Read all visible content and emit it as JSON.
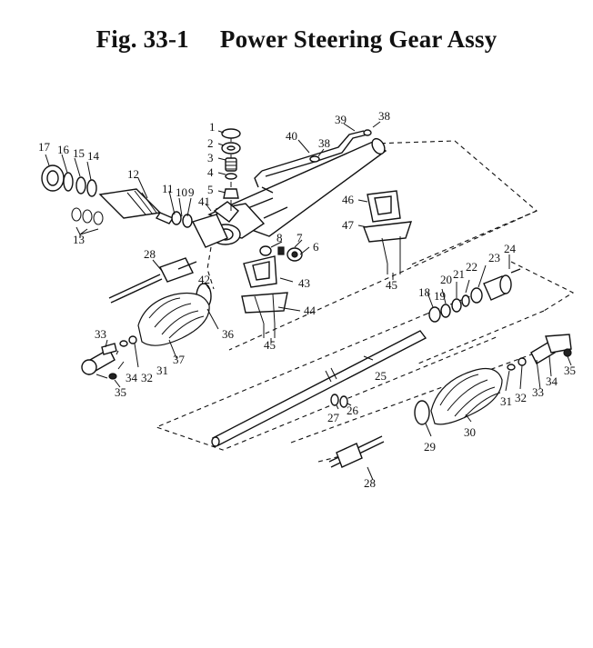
{
  "figure": {
    "number": "Fig. 33-1",
    "title": "Power Steering Gear Assy"
  },
  "callouts": [
    {
      "id": "c1",
      "text": "1"
    },
    {
      "id": "c2",
      "text": "2"
    },
    {
      "id": "c3",
      "text": "3"
    },
    {
      "id": "c4",
      "text": "4"
    },
    {
      "id": "c5",
      "text": "5"
    },
    {
      "id": "c6",
      "text": "6"
    },
    {
      "id": "c7",
      "text": "7"
    },
    {
      "id": "c8",
      "text": "8"
    },
    {
      "id": "c9",
      "text": "9"
    },
    {
      "id": "c10",
      "text": "10"
    },
    {
      "id": "c11",
      "text": "11"
    },
    {
      "id": "c12",
      "text": "12"
    },
    {
      "id": "c13",
      "text": "13"
    },
    {
      "id": "c14",
      "text": "14"
    },
    {
      "id": "c15",
      "text": "15"
    },
    {
      "id": "c16",
      "text": "16"
    },
    {
      "id": "c17",
      "text": "17"
    },
    {
      "id": "c18",
      "text": "18"
    },
    {
      "id": "c19",
      "text": "19"
    },
    {
      "id": "c20",
      "text": "20"
    },
    {
      "id": "c21",
      "text": "21"
    },
    {
      "id": "c22",
      "text": "22"
    },
    {
      "id": "c23",
      "text": "23"
    },
    {
      "id": "c24",
      "text": "24"
    },
    {
      "id": "c25",
      "text": "25"
    },
    {
      "id": "c26",
      "text": "26"
    },
    {
      "id": "c27",
      "text": "27"
    },
    {
      "id": "c28a",
      "text": "28"
    },
    {
      "id": "c28b",
      "text": "28"
    },
    {
      "id": "c29",
      "text": "29"
    },
    {
      "id": "c30",
      "text": "30"
    },
    {
      "id": "c31a",
      "text": "31"
    },
    {
      "id": "c31b",
      "text": "31"
    },
    {
      "id": "c32a",
      "text": "32"
    },
    {
      "id": "c32b",
      "text": "32"
    },
    {
      "id": "c33a",
      "text": "33"
    },
    {
      "id": "c33b",
      "text": "33"
    },
    {
      "id": "c34a",
      "text": "34"
    },
    {
      "id": "c34b",
      "text": "34"
    },
    {
      "id": "c35a",
      "text": "35"
    },
    {
      "id": "c35b",
      "text": "35"
    },
    {
      "id": "c36",
      "text": "36"
    },
    {
      "id": "c37",
      "text": "37"
    },
    {
      "id": "c38a",
      "text": "38"
    },
    {
      "id": "c38b",
      "text": "38"
    },
    {
      "id": "c39",
      "text": "39"
    },
    {
      "id": "c40",
      "text": "40"
    },
    {
      "id": "c41",
      "text": "41"
    },
    {
      "id": "c42",
      "text": "42"
    },
    {
      "id": "c43",
      "text": "43"
    },
    {
      "id": "c44",
      "text": "44"
    },
    {
      "id": "c45a",
      "text": "45"
    },
    {
      "id": "c45b",
      "text": "45"
    },
    {
      "id": "c46",
      "text": "46"
    },
    {
      "id": "c47",
      "text": "47"
    }
  ]
}
